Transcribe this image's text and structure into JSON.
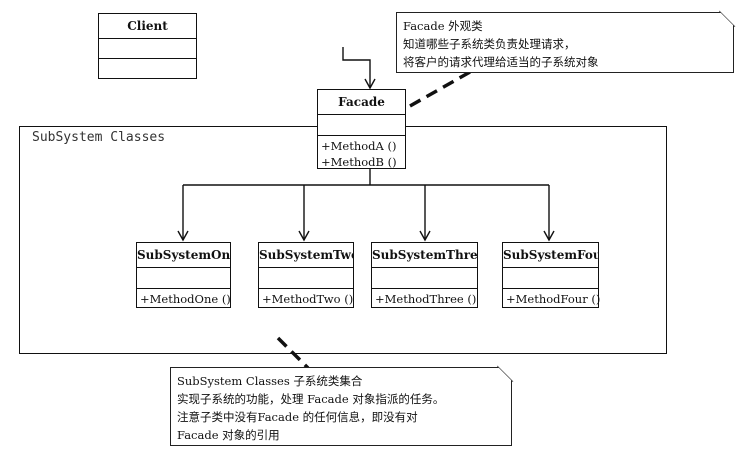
{
  "client": {
    "name": "Client"
  },
  "facade": {
    "name": "Facade",
    "ops": [
      "+MethodA ()",
      "+MethodB ()"
    ]
  },
  "frame": {
    "label": "SubSystem Classes"
  },
  "subsystems": [
    {
      "name": "SubSystemOne",
      "op": "+MethodOne ()"
    },
    {
      "name": "SubSystemTwo",
      "op": "+MethodTwo ()"
    },
    {
      "name": "SubSystemThree",
      "op": "+MethodThree ()"
    },
    {
      "name": "SubSystemFour",
      "op": "+MethodFour ()"
    }
  ],
  "note_facade": {
    "lines": [
      "Facade  外观类",
      "知道哪些子系统类负责处理请求，",
      "将客户的请求代理给适当的子系统对象"
    ]
  },
  "note_subsystem": {
    "lines": [
      "SubSystem Classes   子系统类集合",
      "实现子系统的功能，处理 Facade 对象指派的任务。",
      "注意子类中没有Facade 的任何信息，即没有对",
      "Facade 对象的引用"
    ]
  }
}
